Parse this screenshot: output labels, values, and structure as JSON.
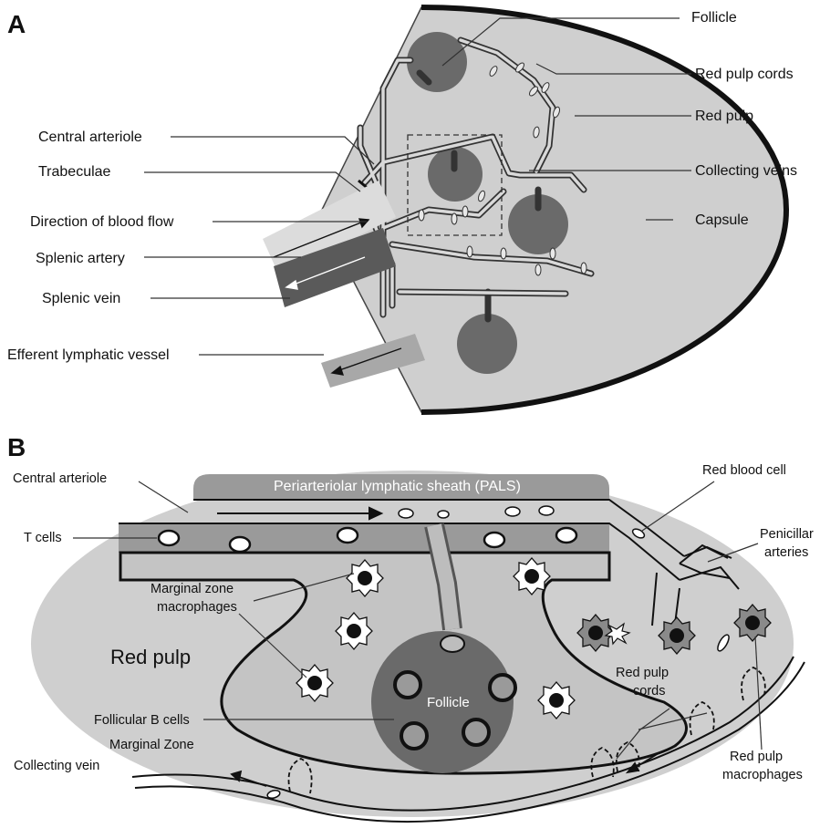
{
  "panels": {
    "a": "A",
    "b": "B"
  },
  "panel_a": {
    "labels": {
      "follicle": "Follicle",
      "red_pulp_cords": "Red pulp cords",
      "red_pulp": "Red pulp",
      "central_arteriole": "Central arteriole",
      "trabeculae": "Trabeculae",
      "collecting_veins": "Collecting veins",
      "direction_blood_flow": "Direction of blood flow",
      "capsule": "Capsule",
      "splenic_artery": "Splenic artery",
      "splenic_vein": "Splenic vein",
      "efferent_lymphatic": "Efferent lymphatic vessel"
    }
  },
  "panel_b": {
    "labels": {
      "pals": "Periarteriolar lymphatic sheath (PALS)",
      "central_arteriole": "Central arteriole",
      "red_blood_cell": "Red blood cell",
      "t_cells": "T cells",
      "penicillar_1": "Penicillar",
      "penicillar_2": "arteries",
      "mz_macro_1": "Marginal zone",
      "mz_macro_2": "macrophages",
      "red_pulp": "Red pulp",
      "follicle": "Follicle",
      "red_pulp_cords_1": "Red pulp",
      "red_pulp_cords_2": "cords",
      "follicular_b": "Follicular B cells",
      "marginal_zone": "Marginal Zone",
      "collecting_vein": "Collecting vein",
      "rp_macro_1": "Red pulp",
      "rp_macro_2": "macrophages"
    }
  },
  "colors": {
    "tissue": "#cfcfcf",
    "follicle": "#6a6a6a",
    "capsule": "#111111",
    "pals": "#9a9a9a",
    "artery": "#5a5a5a",
    "lymphatic": "#a8a8a8"
  }
}
